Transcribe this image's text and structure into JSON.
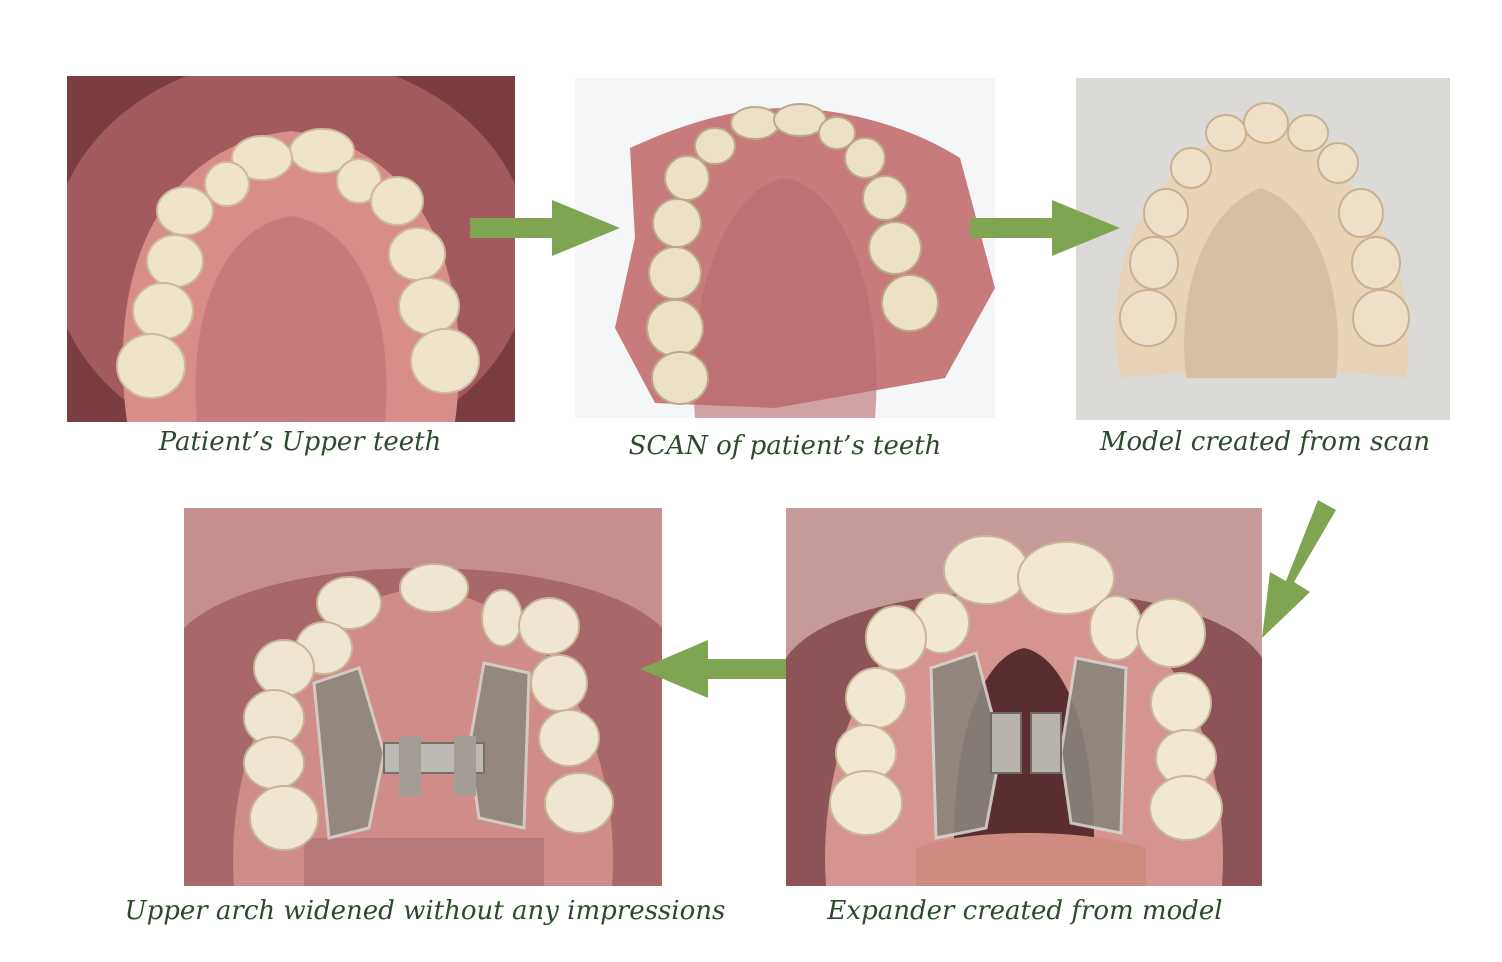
{
  "steps": [
    {
      "id": "upper-teeth",
      "caption": "Patient’s Upper teeth"
    },
    {
      "id": "scan",
      "caption": "SCAN of patient’s teeth"
    },
    {
      "id": "model",
      "caption": "Model created from scan"
    },
    {
      "id": "expander",
      "caption": "Expander created from model"
    },
    {
      "id": "widened",
      "caption": "Upper arch widened without any impressions"
    }
  ],
  "colors": {
    "arrow": "#7fa552",
    "caption": "#2e4a2e",
    "gum": "#c9787a",
    "tooth": "#f1e8d6",
    "model": "#e6d3b8",
    "metal": "#9c9a98"
  },
  "icons": {
    "arrow": "arrow-right-icon"
  }
}
